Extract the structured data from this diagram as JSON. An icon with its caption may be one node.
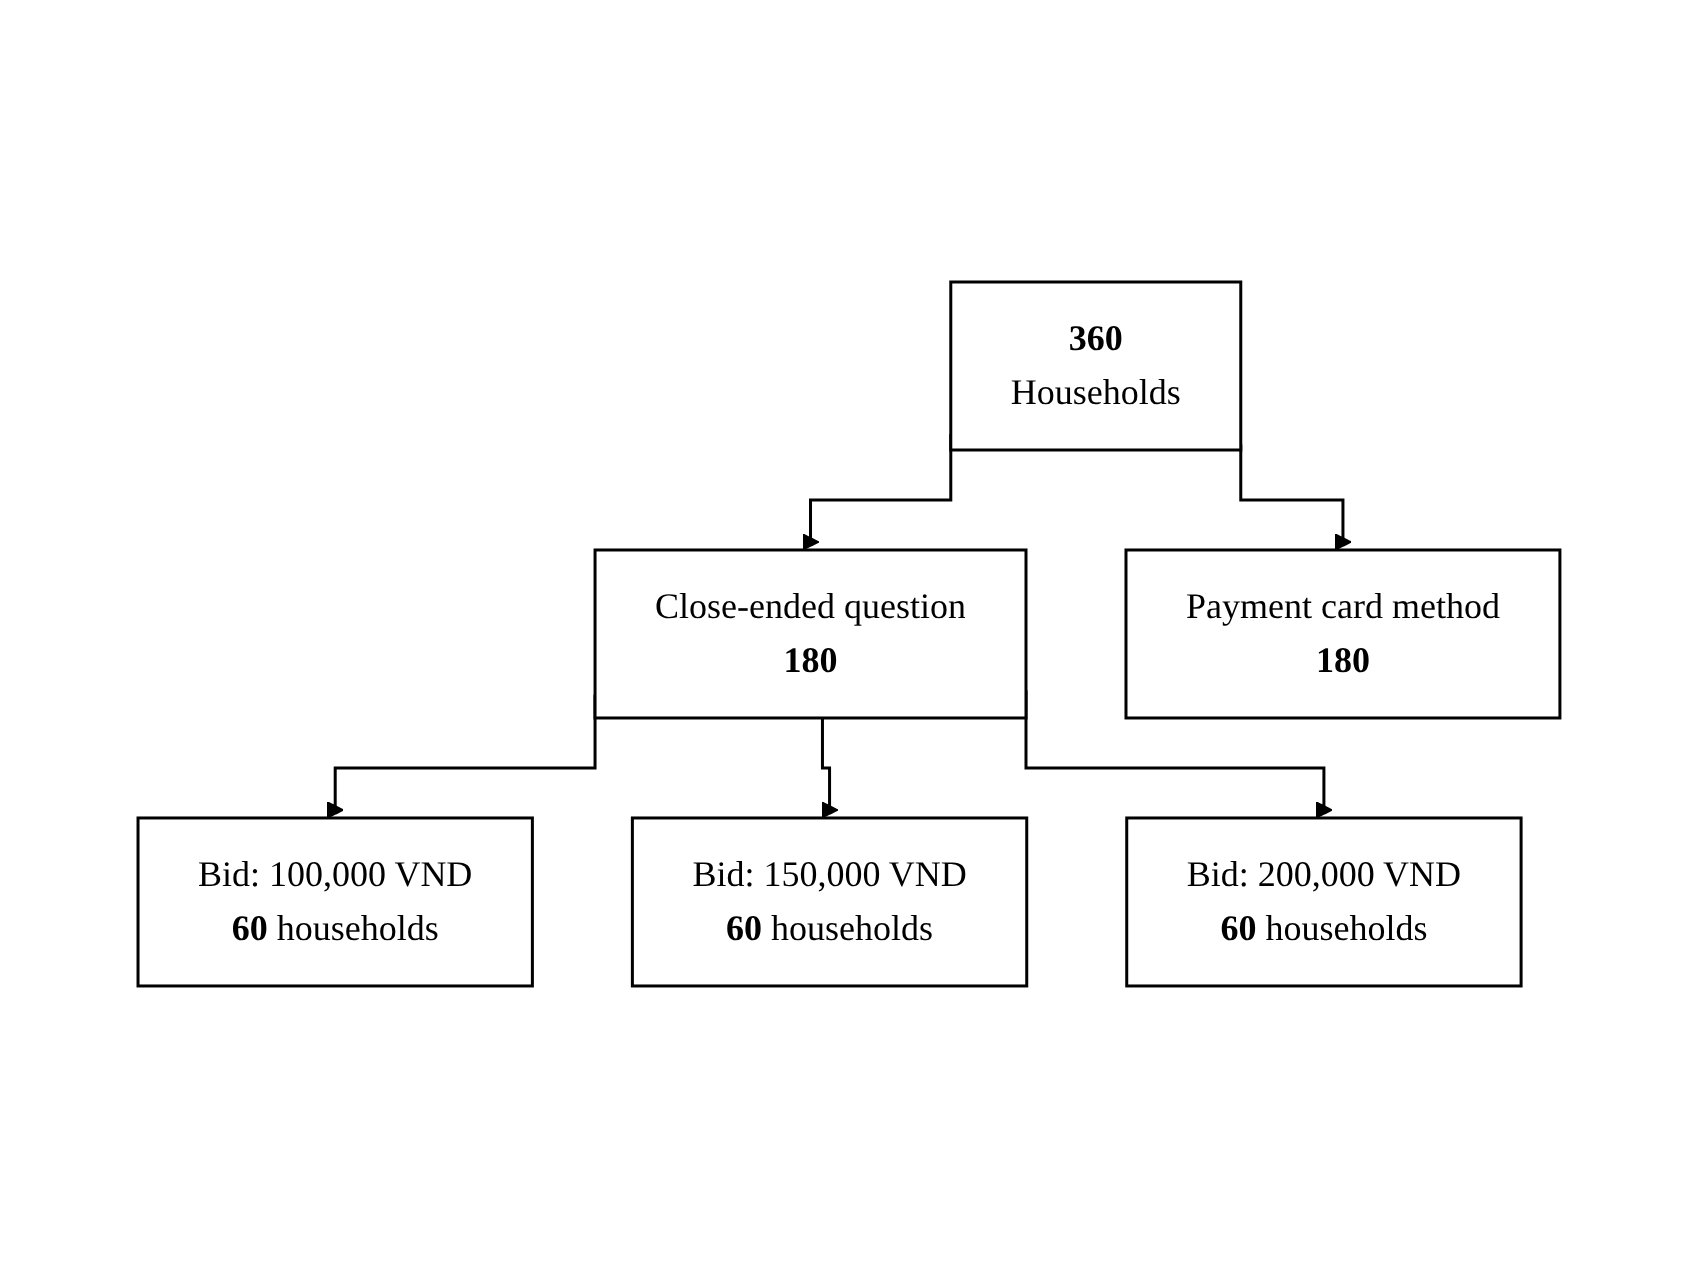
{
  "diagram": {
    "nodes": [
      {
        "text": [
          "360",
          "Households"
        ]
      },
      {
        "text": [
          "Close-ended question",
          "180"
        ]
      },
      {
        "text": [
          "Payment card method",
          "180"
        ]
      },
      {
        "text": [
          "Bid: 100,000 VND",
          "**60** households"
        ]
      },
      {
        "text": [
          "Bid: 150,000 VND",
          "**60** households"
        ]
      },
      {
        "text": [
          "Bid: 200,000 VND",
          "**60** households"
        ]
      }
    ],
    "edges": [
      {
        "from": 0,
        "to": 1,
        "arrow": "to"
      },
      {
        "from": 0,
        "to": 2,
        "arrow": "to"
      },
      {
        "from": 1,
        "to": 3,
        "arrow": "to"
      },
      {
        "from": 1,
        "to": 4,
        "arrow": "to"
      },
      {
        "from": 1,
        "to": 5,
        "arrow": "to"
      }
    ]
  }
}
